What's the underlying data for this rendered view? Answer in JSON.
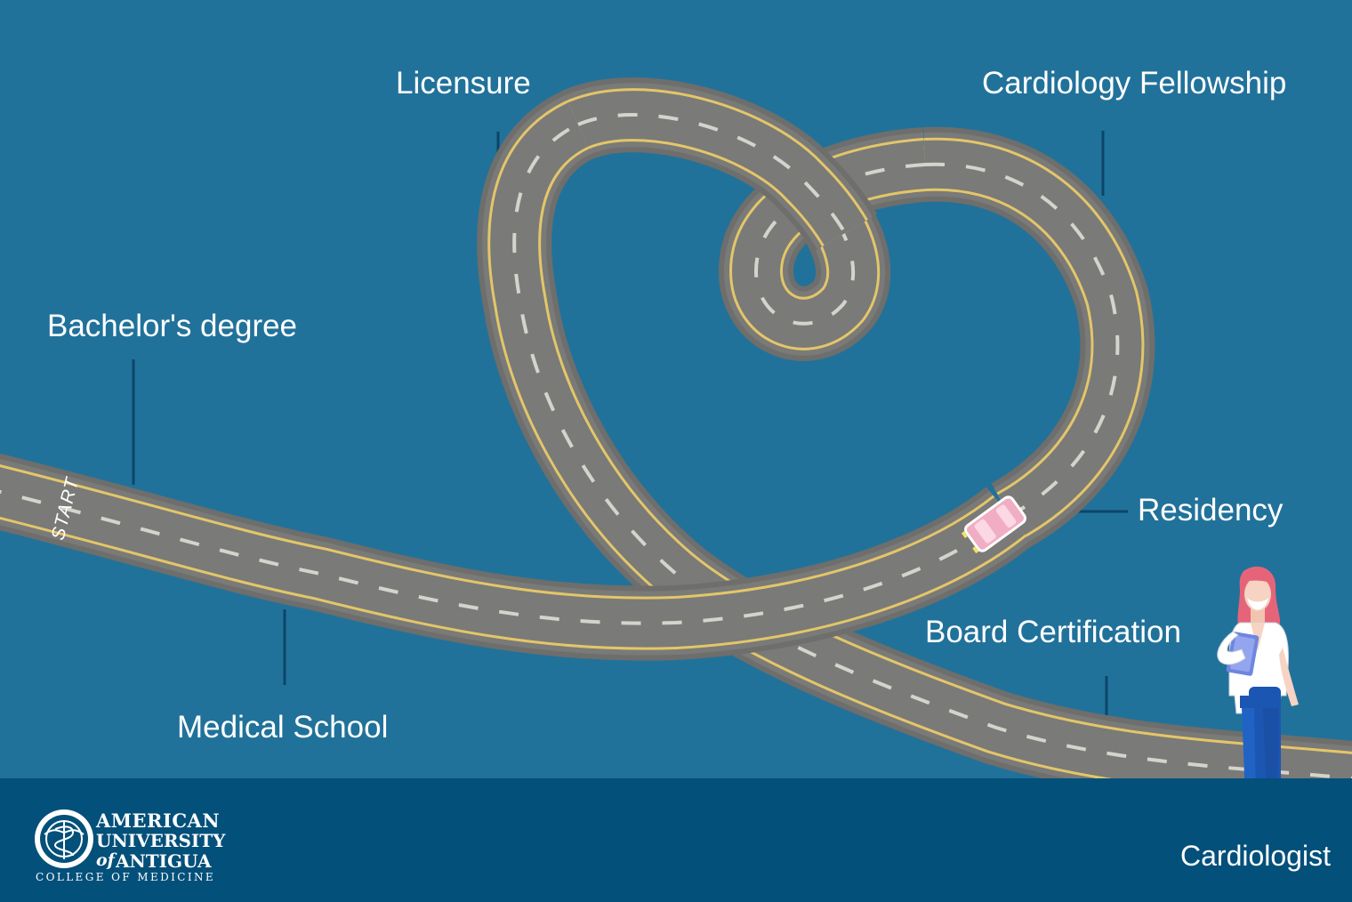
{
  "milestones": {
    "start": "START",
    "bachelors": "Bachelor's degree",
    "medical_school": "Medical School",
    "licensure": "Licensure",
    "fellowship": "Cardiology Fellowship",
    "residency": "Residency",
    "board": "Board Certification",
    "cardiologist": "Cardiologist"
  },
  "logo": {
    "line1": "AMERICAN",
    "line2": "UNIVERSITY",
    "line3_prefix": "of",
    "line3": "ANTIGUA",
    "line4": "COLLEGE OF MEDICINE"
  },
  "colors": {
    "background": "#21729a",
    "footer": "#03507a",
    "road": "#7a7a78",
    "road_edge": "#e3c66a",
    "lane_dash": "#d4d4cc",
    "leader_line": "#0c4568"
  }
}
